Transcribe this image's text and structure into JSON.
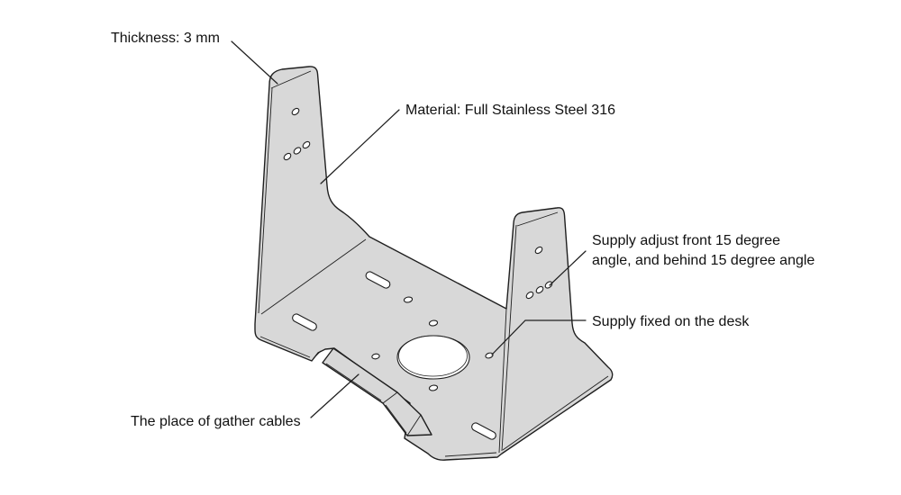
{
  "figure": {
    "background": "#ffffff",
    "part_fill": "#d8d8d8",
    "line_color": "#1f1f1f",
    "text_color": "#111111"
  },
  "annotations": {
    "thickness": {
      "text": "Thickness: 3 mm"
    },
    "material": {
      "text": "Material: Full Stainless Steel 316"
    },
    "supply_adjust": {
      "line1": "Supply adjust front 15 degree",
      "line2": "angle, and behind 15 degree angle"
    },
    "supply_fixed": {
      "text": "Supply fixed on the desk"
    },
    "gather_cables": {
      "text": "The place of gather cables"
    }
  }
}
